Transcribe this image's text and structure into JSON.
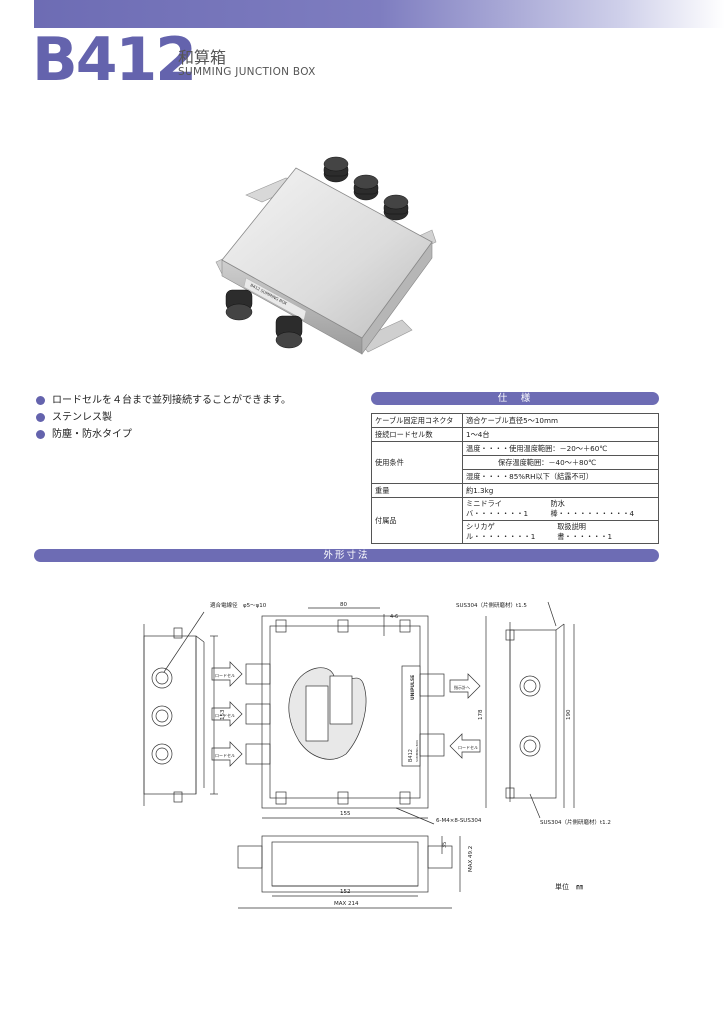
{
  "header": {
    "model": "B412",
    "title_jp": "和算箱",
    "title_en": "SUMMING JUNCTION BOX"
  },
  "colors": {
    "accent": "#6463ad",
    "band": "#6d6cb4"
  },
  "features": [
    "ロードセルを４台まで並列接続することができます。",
    "ステンレス製",
    "防塵・防水タイプ"
  ],
  "spec": {
    "heading": "仕　様",
    "rows": {
      "cable_key": "ケーブル固定用コネクタ",
      "cable_val": "適合ケーブル直径5〜10mm",
      "count_key": "接続ロードセル数",
      "count_val": "1〜4台",
      "env_key": "使用条件",
      "env_1": "温度・・・・使用温度範囲：－20〜＋60℃",
      "env_2": "保存温度範囲：－40〜＋80℃",
      "env_3": "湿度・・・・85%RH以下（結露不可）",
      "weight_key": "重量",
      "weight_val": "約1.3kg",
      "acc_key": "付属品",
      "acc_1a": "ミニドライバ・・・・・・・1",
      "acc_1b": "防水棒・・・・・・・・・・4",
      "acc_2a": "シリカゲル・・・・・・・・1",
      "acc_2b": "取扱説明書・・・・・・1"
    }
  },
  "dimensions": {
    "heading": "外形寸法",
    "cable_dia": "適合電線径　φ5〜φ10",
    "d80": "80",
    "d4_6": "4-6",
    "sus_top": "SUS304（片側研磨材）t1.5",
    "d153": "153",
    "d178": "178",
    "d190": "190",
    "d155": "155",
    "screws": "6-M4×8-SUS304",
    "sus_bottom": "SUS304（片側研磨材）t1.2",
    "d152": "152",
    "dmax214": "MAX 214",
    "dmax49": "MAX 49.2",
    "d35": "35",
    "loadcell": "ロードセル",
    "out_label": "指示計へ",
    "logo": "UNIPULSE",
    "box_model": "B412",
    "box_sub": "SUMMING BOX",
    "unit": "単位　㎜"
  }
}
